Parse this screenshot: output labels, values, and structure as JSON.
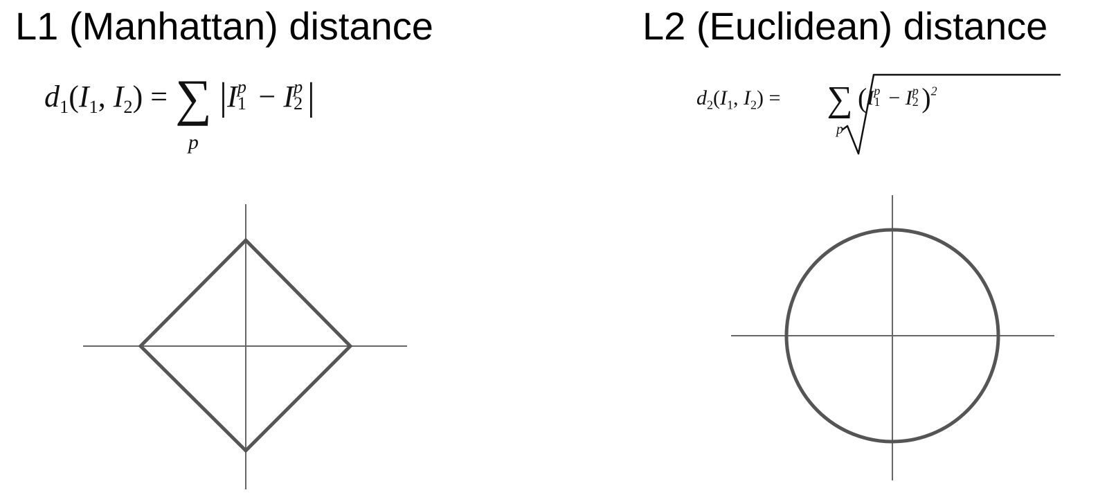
{
  "titles": {
    "l1": "L1 (Manhattan) distance",
    "l2": "L2 (Euclidean) distance"
  },
  "formulas": {
    "l1": {
      "lhs_d": "d",
      "lhs_d_sub": "1",
      "args": [
        "(",
        "I",
        "1",
        ", ",
        "I",
        "2",
        ") = "
      ],
      "sum_symbol": "∑",
      "sum_index": "p",
      "body": [
        "|",
        "I",
        "p",
        "1",
        " − ",
        "I",
        "p",
        "2",
        "|"
      ]
    },
    "l2": {
      "lhs_d": "d",
      "lhs_d_sub": "2",
      "args": [
        "(",
        "I",
        "1",
        ", ",
        "I",
        "2",
        ") = "
      ],
      "sum_symbol": "∑",
      "sum_index": "p",
      "body": [
        "(",
        "I",
        "p",
        "1",
        " − ",
        "I",
        "p",
        "2",
        ")",
        "2"
      ]
    }
  },
  "colors": {
    "shape_stroke": "#555555",
    "axis_stroke": "#666666",
    "text": "#000000"
  }
}
